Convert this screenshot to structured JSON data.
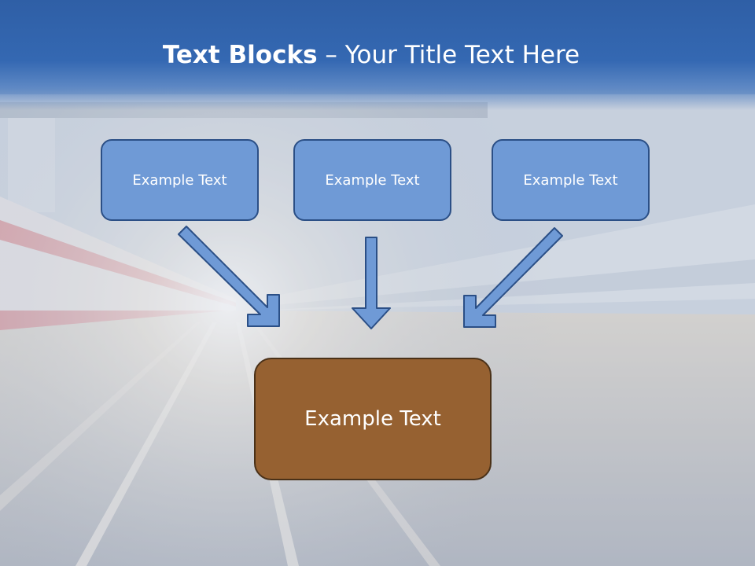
{
  "slide": {
    "title_bold": "Text Blocks",
    "title_rest": " – Your Title Text Here",
    "boxes": [
      {
        "label": "Example Text"
      },
      {
        "label": "Example Text"
      },
      {
        "label": "Example Text"
      }
    ],
    "main_box": {
      "label": "Example Text"
    }
  },
  "colors": {
    "header_blue": "#3468b2",
    "box_blue": "#6f9ad6",
    "box_border": "#2b4f86",
    "main_box_brown": "#966131",
    "arrow_fill": "#6f9ad6"
  }
}
